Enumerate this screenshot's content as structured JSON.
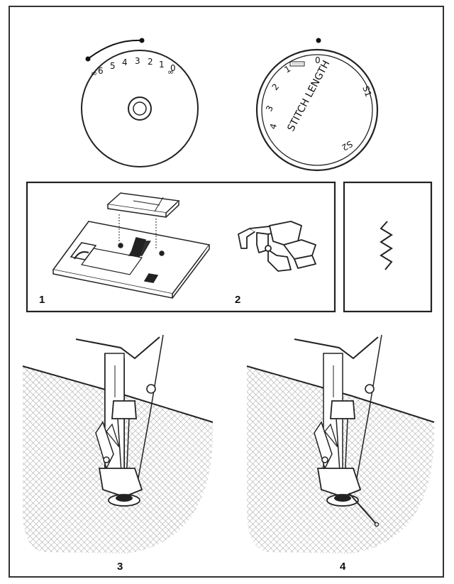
{
  "width_dial": {
    "marks": [
      "6",
      "5",
      "4",
      "3",
      "2",
      "1",
      "0"
    ]
  },
  "length_dial": {
    "title": "STITCH LENGTH",
    "marks": [
      "4",
      "3",
      "2",
      "1",
      "0"
    ],
    "s1": "S1",
    "s2": "S2"
  },
  "figures": {
    "fig1": "1",
    "fig2": "2",
    "fig3": "3",
    "fig4": "4"
  },
  "icons": [
    "width-dial-icon",
    "stitch-length-dial-icon",
    "needle-plate-icon",
    "presser-foot-icon",
    "zigzag-stitch-icon",
    "darning-foot-icon"
  ]
}
